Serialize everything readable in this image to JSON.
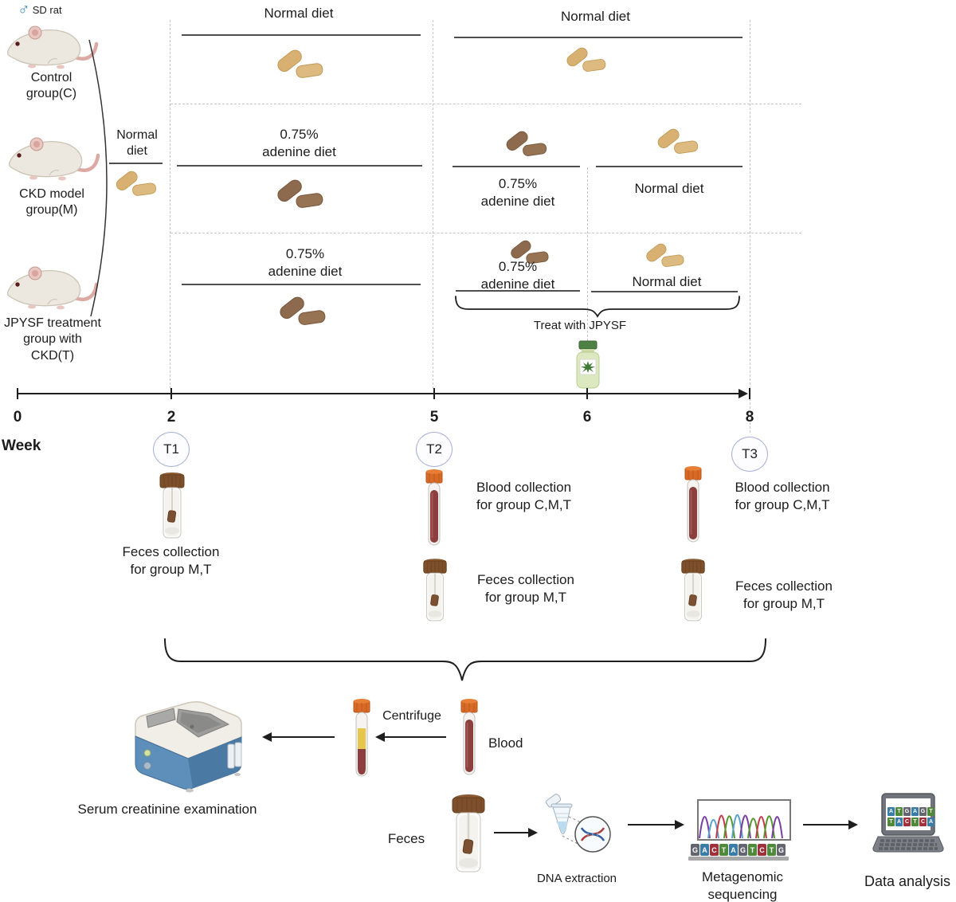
{
  "header": {
    "sex_symbol": "♂",
    "strain_label": "SD rat"
  },
  "groups": [
    {
      "label": "Control\ngroup(C)"
    },
    {
      "label": "CKD model\ngroup(M)"
    },
    {
      "label": "JPYSF treatment\ngroup with CKD(T)"
    }
  ],
  "baseline_diet_label": "Normal\ndiet",
  "phase1": {
    "control_diet": "Normal diet",
    "model_diet": "0.75%\nadenine diet",
    "treatment_diet": "0.75%\nadenine diet"
  },
  "phase2": {
    "control_diet": "Normal diet",
    "model_diet_weeks5to6": "0.75%\nadenine diet",
    "model_diet_weeks6to8": "Normal diet",
    "treatment_diet_weeks5to6": "0.75%\nadenine diet",
    "treatment_diet_weeks6to8": "Normal diet",
    "treatment_label": "Treat with JPYSF"
  },
  "timeline": {
    "axis_label": "Week",
    "ticks": [
      "0",
      "2",
      "5",
      "6",
      "8"
    ],
    "timepoints": [
      {
        "label": "T1",
        "feces_text": "Feces collection\nfor group M,T"
      },
      {
        "label": "T2",
        "blood_text": "Blood collection\nfor group C,M,T",
        "feces_text": "Feces collection\nfor group M,T"
      },
      {
        "label": "T3",
        "blood_text": "Blood collection\nfor group C,M,T",
        "feces_text": "Feces collection\nfor group M,T"
      }
    ]
  },
  "workflow": {
    "blood_label": "Blood",
    "centrifuge_label": "Centrifuge",
    "serum_exam_label": "Serum creatinine examination",
    "feces_label": "Feces",
    "dna_extraction_label": "DNA extraction",
    "metagenomic_label": "Metagenomic\nsequencing",
    "data_analysis_label": "Data analysis",
    "chromatogram_sequence": "GACTAGTCTG",
    "laptop_sequence_top": "ATGAGT",
    "laptop_sequence_bottom": "TACTCA",
    "base_colors": {
      "A": "#3a7ca8",
      "T": "#4e8a3a",
      "C": "#a0303c",
      "G": "#63666e"
    }
  },
  "colors": {
    "accent_blue": "#4a90c4",
    "tan_pellet": "#d8b172",
    "brown_pellet": "#8d6a4d",
    "blood_red": "#8c3f3e",
    "serum_yellow": "#e6c64d",
    "cap_orange": "#d96a25",
    "cap_brown": "#7d4f2a",
    "bottle_green": "#4e7f44",
    "machine_blue": "#5d8fba"
  }
}
